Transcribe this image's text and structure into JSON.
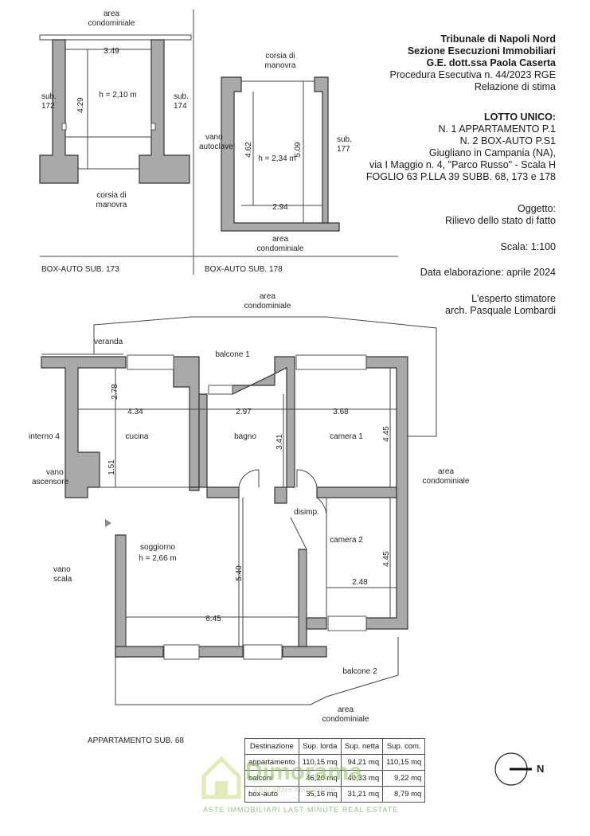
{
  "header": {
    "court": "Tribunale di Napoli Nord",
    "section": "Sezione Esecuzioni Immobiliari",
    "judge": "G.E. dott.ssa Paola Caserta",
    "procedure": "Procedura Esecutiva n. 44/2023 RGE",
    "report": "Relazione di stima",
    "lot_title": "LOTTO UNICO:",
    "lot_line1": "N. 1 APPARTAMENTO P.1",
    "lot_line2": "N. 2 BOX-AUTO P.S1",
    "lot_line3": "Giugliano in Campania (NA),",
    "lot_line4": "via I Maggio n. 4, \"Parco Russo\" - Scala H",
    "lot_line5": "FOGLIO 63 P.LLA 39 SUBB. 68, 173 e 178",
    "object_title": "Oggetto:",
    "object_text": "Rilievo dello stato di fatto",
    "scale": "Scala:  1:100",
    "date": "Data elaborazione: aprile 2024",
    "expert_title": "L'esperto stimatore",
    "expert_name": "arch.  Pasquale Lombardi"
  },
  "box173": {
    "top_label1": "area",
    "top_label2": "condominiale",
    "width": "3.49",
    "depth": "4.29",
    "height": "h = 2,10 m",
    "left1": "sub.",
    "left2": "172",
    "right1": "sub.",
    "right2": "174",
    "bottom1": "corsia di",
    "bottom2": "manovra",
    "caption": "BOX-AUTO SUB. 173"
  },
  "box178": {
    "top1": "corsia di",
    "top2": "manovra",
    "left1": "vano",
    "left2": "autoclave",
    "right1": "sub.",
    "right2": "177",
    "depth_left": "4.62",
    "depth_right": "5.09",
    "height": "h = 2,34 m",
    "width": "2.94",
    "bottom1": "area",
    "bottom2": "condominiale",
    "caption": "BOX-AUTO SUB. 178"
  },
  "apartment": {
    "top1": "area",
    "top2": "condominiale",
    "veranda": "veranda",
    "balcone1": "balcone 1",
    "interno": "interno 4",
    "vano_asc1": "vano",
    "vano_asc2": "ascensore",
    "vano_sc1": "vano",
    "vano_sc2": "scala",
    "cucina": "cucina",
    "bagno": "bagno",
    "camera1": "camera 1",
    "camera2": "camera 2",
    "disimp": "disimp.",
    "soggiorno": "soggiorno",
    "soggiorno_h": "h = 2,66 m",
    "area_right1": "area",
    "area_right2": "condominiale",
    "balcone2": "balcone 2",
    "bottom1": "area",
    "bottom2": "condominiale",
    "d_278": "2.78",
    "d_434": "4.34",
    "d_297": "2.97",
    "d_368": "3.68",
    "d_445a": "4.45",
    "d_341": "3.41",
    "d_151": "1.51",
    "d_540": "5.40",
    "d_445b": "4.45",
    "d_248": "2.48",
    "d_645": "6.45",
    "caption": "APPARTAMENTO SUB. 68"
  },
  "table": {
    "headers": [
      "Destinazione",
      "Sup. lorda",
      "Sup. netta",
      "Sup. com."
    ],
    "rows": [
      [
        "appartamento",
        "110,15 mq",
        "94,21 mq",
        "110,15 mq"
      ],
      [
        "balconi",
        "46,20 mq",
        "40,33 mq",
        "9,22 mq"
      ],
      [
        "box-auto",
        "35,16 mq",
        "31,21 mq",
        "8,79 mq"
      ]
    ]
  },
  "north": "N",
  "watermark": {
    "brand": "Dimorama",
    "tagline": "il tuo affare immobiliare",
    "footer": "ASTE IMMOBILIARI  LAST MINUTE  REAL ESTATE"
  }
}
